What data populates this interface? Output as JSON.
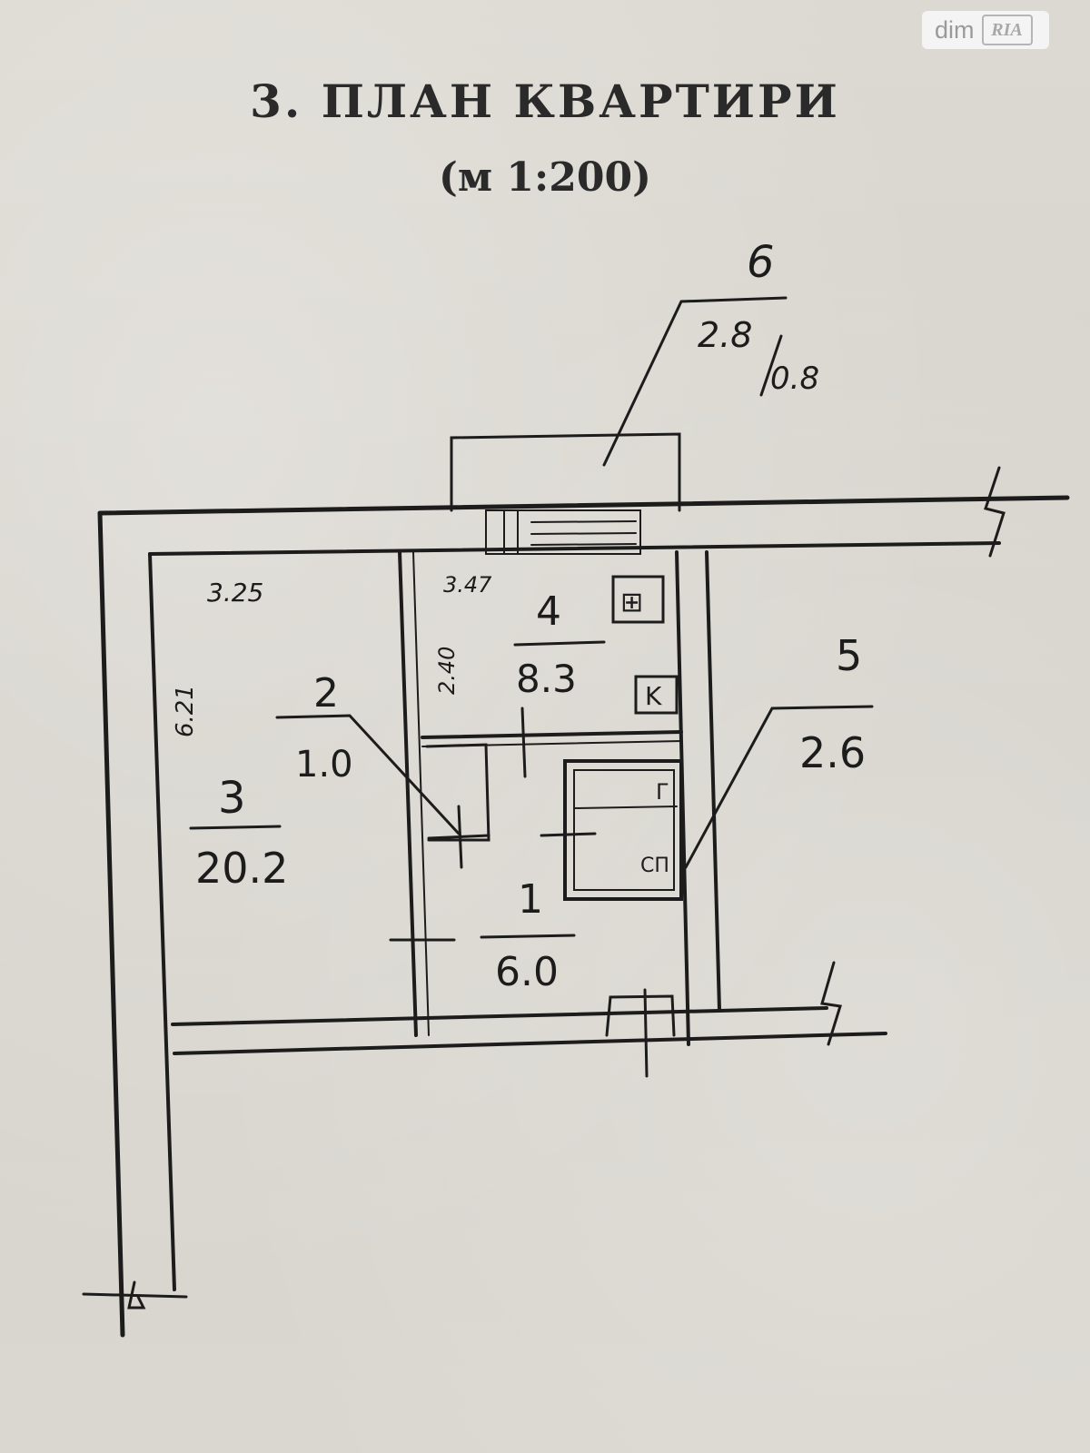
{
  "title": "3. ПЛАН КВАРТИРИ",
  "scale": "(м 1:200)",
  "watermark": {
    "brand": "dim",
    "logo": "RIA"
  },
  "dimensions": {
    "room3_width": "3.25",
    "room3_length": "6.21",
    "room4_width": "3.47",
    "room4_length": "2.40"
  },
  "rooms": [
    {
      "number": "1",
      "area": "6.0"
    },
    {
      "number": "2",
      "area": "1.0"
    },
    {
      "number": "3",
      "area": "20.2"
    },
    {
      "number": "4",
      "area": "8.3"
    },
    {
      "number": "5",
      "area": "2.6"
    },
    {
      "number": "6",
      "area": "2.8",
      "area_secondary": "0.8"
    }
  ],
  "fixtures": [
    {
      "name": "stove",
      "glyph": "⊞"
    },
    {
      "name": "sink",
      "glyph": "K"
    },
    {
      "name": "bath-toilet",
      "glyph": "Г"
    },
    {
      "name": "washbasin",
      "glyph": "СП"
    }
  ],
  "colors": {
    "ink": "#1c1c1c",
    "paper": "#d9d6cf"
  }
}
